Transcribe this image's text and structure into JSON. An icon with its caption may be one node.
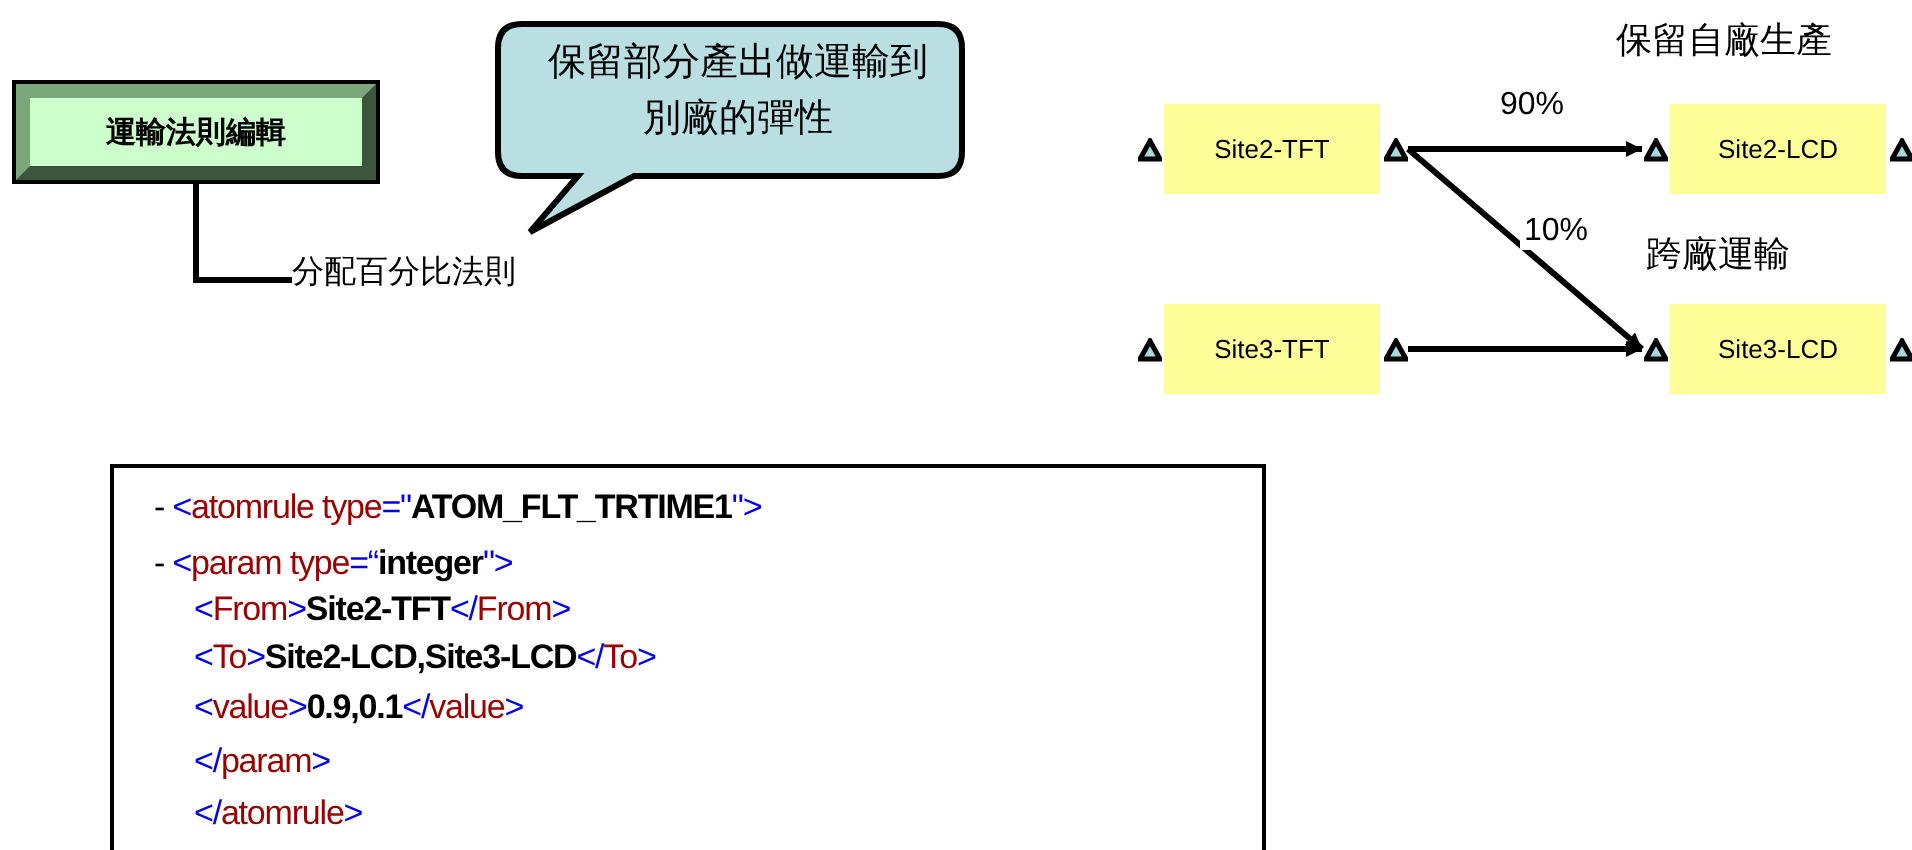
{
  "diagram": {
    "nodes": [
      {
        "text": [
          "運輸法則編輯"
        ]
      },
      {
        "text": [
          "分配百分比法則"
        ]
      },
      {
        "text": [
          "保留部分產出做運輸到別廠的彈性"
        ]
      },
      {
        "text": [
          "Site2-TFT"
        ]
      },
      {
        "text": [
          "Site2-LCD"
        ]
      },
      {
        "text": [
          "Site3-TFT"
        ]
      },
      {
        "text": [
          "Site3-LCD"
        ]
      },
      {
        "text": [
          "- <atomrule type=\"ATOM_FLT_TRTIME1\">",
          "- <param type=“integer\">",
          "<From>Site2-TFT</From>",
          "<To>Site2-LCD,Site3-LCD</To>",
          "<value>0.9,0.1</value>",
          "</param>",
          "</atomrule>"
        ]
      }
    ],
    "edges": [
      {
        "from": 0,
        "to": 1,
        "arrow": "none"
      },
      {
        "from": 3,
        "to": 4,
        "arrow": "to",
        "label": "90%"
      },
      {
        "from": 3,
        "to": 6,
        "arrow": "to",
        "label": "10%"
      },
      {
        "from": 5,
        "to": 6,
        "arrow": "to"
      }
    ],
    "labels": [
      "保留自廠生產",
      "跨廠運輸"
    ]
  }
}
